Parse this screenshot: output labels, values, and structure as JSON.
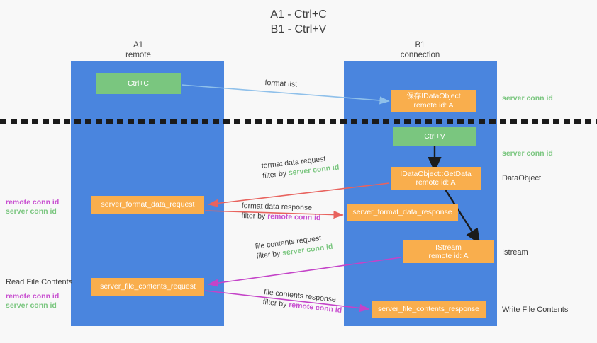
{
  "title": "A1 - Ctrl+C\nB1 - Ctrl+V",
  "colors": {
    "lane": "#4a85de",
    "node_orange": "#f9ae4d",
    "node_green": "#7ac67f",
    "server_conn": "#7ac67f",
    "remote_conn": "#c850d0",
    "background": "#f8f8f8",
    "arrow_light_blue": "#8fc0ea",
    "arrow_red": "#e8635e",
    "arrow_magenta": "#c443c8",
    "arrow_black": "#1b1b1b",
    "divider": "#1b1b1b"
  },
  "columns": [
    {
      "name": "A1",
      "subtitle": "remote",
      "header": "A1\nremote"
    },
    {
      "name": "B1",
      "subtitle": "connection",
      "header": "B1\nconnection"
    }
  ],
  "nodes": [
    {
      "id": "ctrl-c",
      "label": "Ctrl+C",
      "color": "green",
      "lane": "A1"
    },
    {
      "id": "save-idataobject",
      "label": "保存IDataObject\nremote id: A",
      "color": "orange",
      "lane": "B1"
    },
    {
      "id": "ctrl-v",
      "label": "Ctrl+V",
      "color": "green",
      "lane": "B1"
    },
    {
      "id": "idataobject-getdata",
      "label": "IDataObject::GetData\nremote id: A",
      "color": "orange",
      "lane": "B1"
    },
    {
      "id": "server-format-data-request",
      "label": "server_format_data_request",
      "color": "orange",
      "lane": "A1"
    },
    {
      "id": "server-format-data-response",
      "label": "server_format_data_response",
      "color": "orange",
      "lane": "B1"
    },
    {
      "id": "istream",
      "label": "IStream\nremote id: A",
      "color": "orange",
      "lane": "B1"
    },
    {
      "id": "server-file-contents-request",
      "label": "server_file_contents_request",
      "color": "orange",
      "lane": "A1"
    },
    {
      "id": "server-file-contents-response",
      "label": "server_file_contents_response",
      "color": "orange",
      "lane": "B1"
    }
  ],
  "edge_labels": [
    {
      "id": "format-list",
      "line1": "format list",
      "line2": "",
      "filter_text": "",
      "filter_kind": ""
    },
    {
      "id": "format-data-request",
      "line1": "format data request",
      "line2": "filter by ",
      "filter_text": "server conn id",
      "filter_kind": "server"
    },
    {
      "id": "format-data-response",
      "line1": "format data response",
      "line2": "filter by ",
      "filter_text": "remote conn id",
      "filter_kind": "remote"
    },
    {
      "id": "file-contents-request",
      "line1": "file contents request",
      "line2": "filter by ",
      "filter_text": "server conn id",
      "filter_kind": "server"
    },
    {
      "id": "file-contents-response",
      "line1": "file contents response",
      "line2": "filter by ",
      "filter_text": "remote conn id",
      "filter_kind": "remote"
    }
  ],
  "right_annotations": [
    {
      "id": "server-conn-id-top",
      "text": "server conn id",
      "kind": "server"
    },
    {
      "id": "server-conn-id-mid",
      "text": "server conn id",
      "kind": "server"
    },
    {
      "id": "dataobject",
      "text": "DataObject",
      "kind": "plain"
    },
    {
      "id": "istream-label",
      "text": "Istream",
      "kind": "plain"
    },
    {
      "id": "write-file-contents",
      "text": "Write File Contents",
      "kind": "plain"
    }
  ],
  "left_annotations": [
    {
      "id": "mid-remote-conn-id",
      "text": "remote conn id",
      "kind": "remote"
    },
    {
      "id": "mid-server-conn-id",
      "text": "server conn id",
      "kind": "server"
    },
    {
      "id": "read-file-contents",
      "text": "Read File Contents",
      "kind": "plain"
    },
    {
      "id": "bottom-remote-conn-id",
      "text": "remote conn id",
      "kind": "remote"
    },
    {
      "id": "bottom-server-conn-id",
      "text": "server conn id",
      "kind": "server"
    }
  ]
}
